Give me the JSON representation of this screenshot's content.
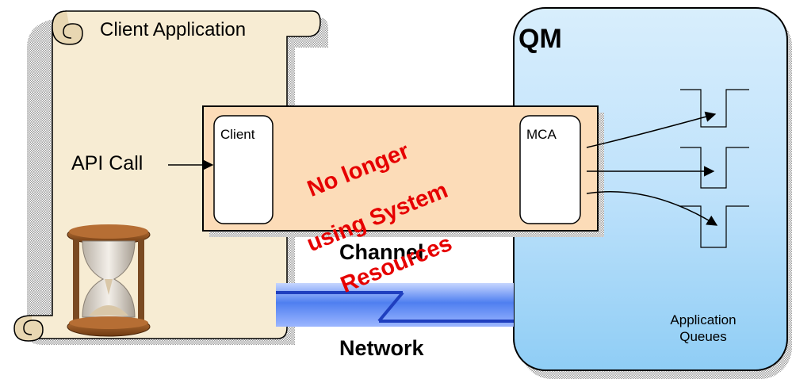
{
  "client_application": {
    "title": "Client Application",
    "api_call": "API Call",
    "client_box": "Client"
  },
  "queue_manager": {
    "title": "QM",
    "mca_box": "MCA",
    "queues_label": "Application Queues"
  },
  "channel": {
    "label": "Channel",
    "stamp_lines": [
      "No longer",
      "using System",
      "Resources"
    ]
  },
  "network": {
    "label": "Network"
  },
  "icons": [
    "hourglass-icon",
    "scroll-curl-icon",
    "queue-icon"
  ],
  "colors": {
    "scroll_fill": "#f7ecd3",
    "qm_fill": "#bfe2fb",
    "channel_fill": "#fcdcb8",
    "network_band": "#3b6fe0",
    "stamp_text": "#e60000"
  }
}
